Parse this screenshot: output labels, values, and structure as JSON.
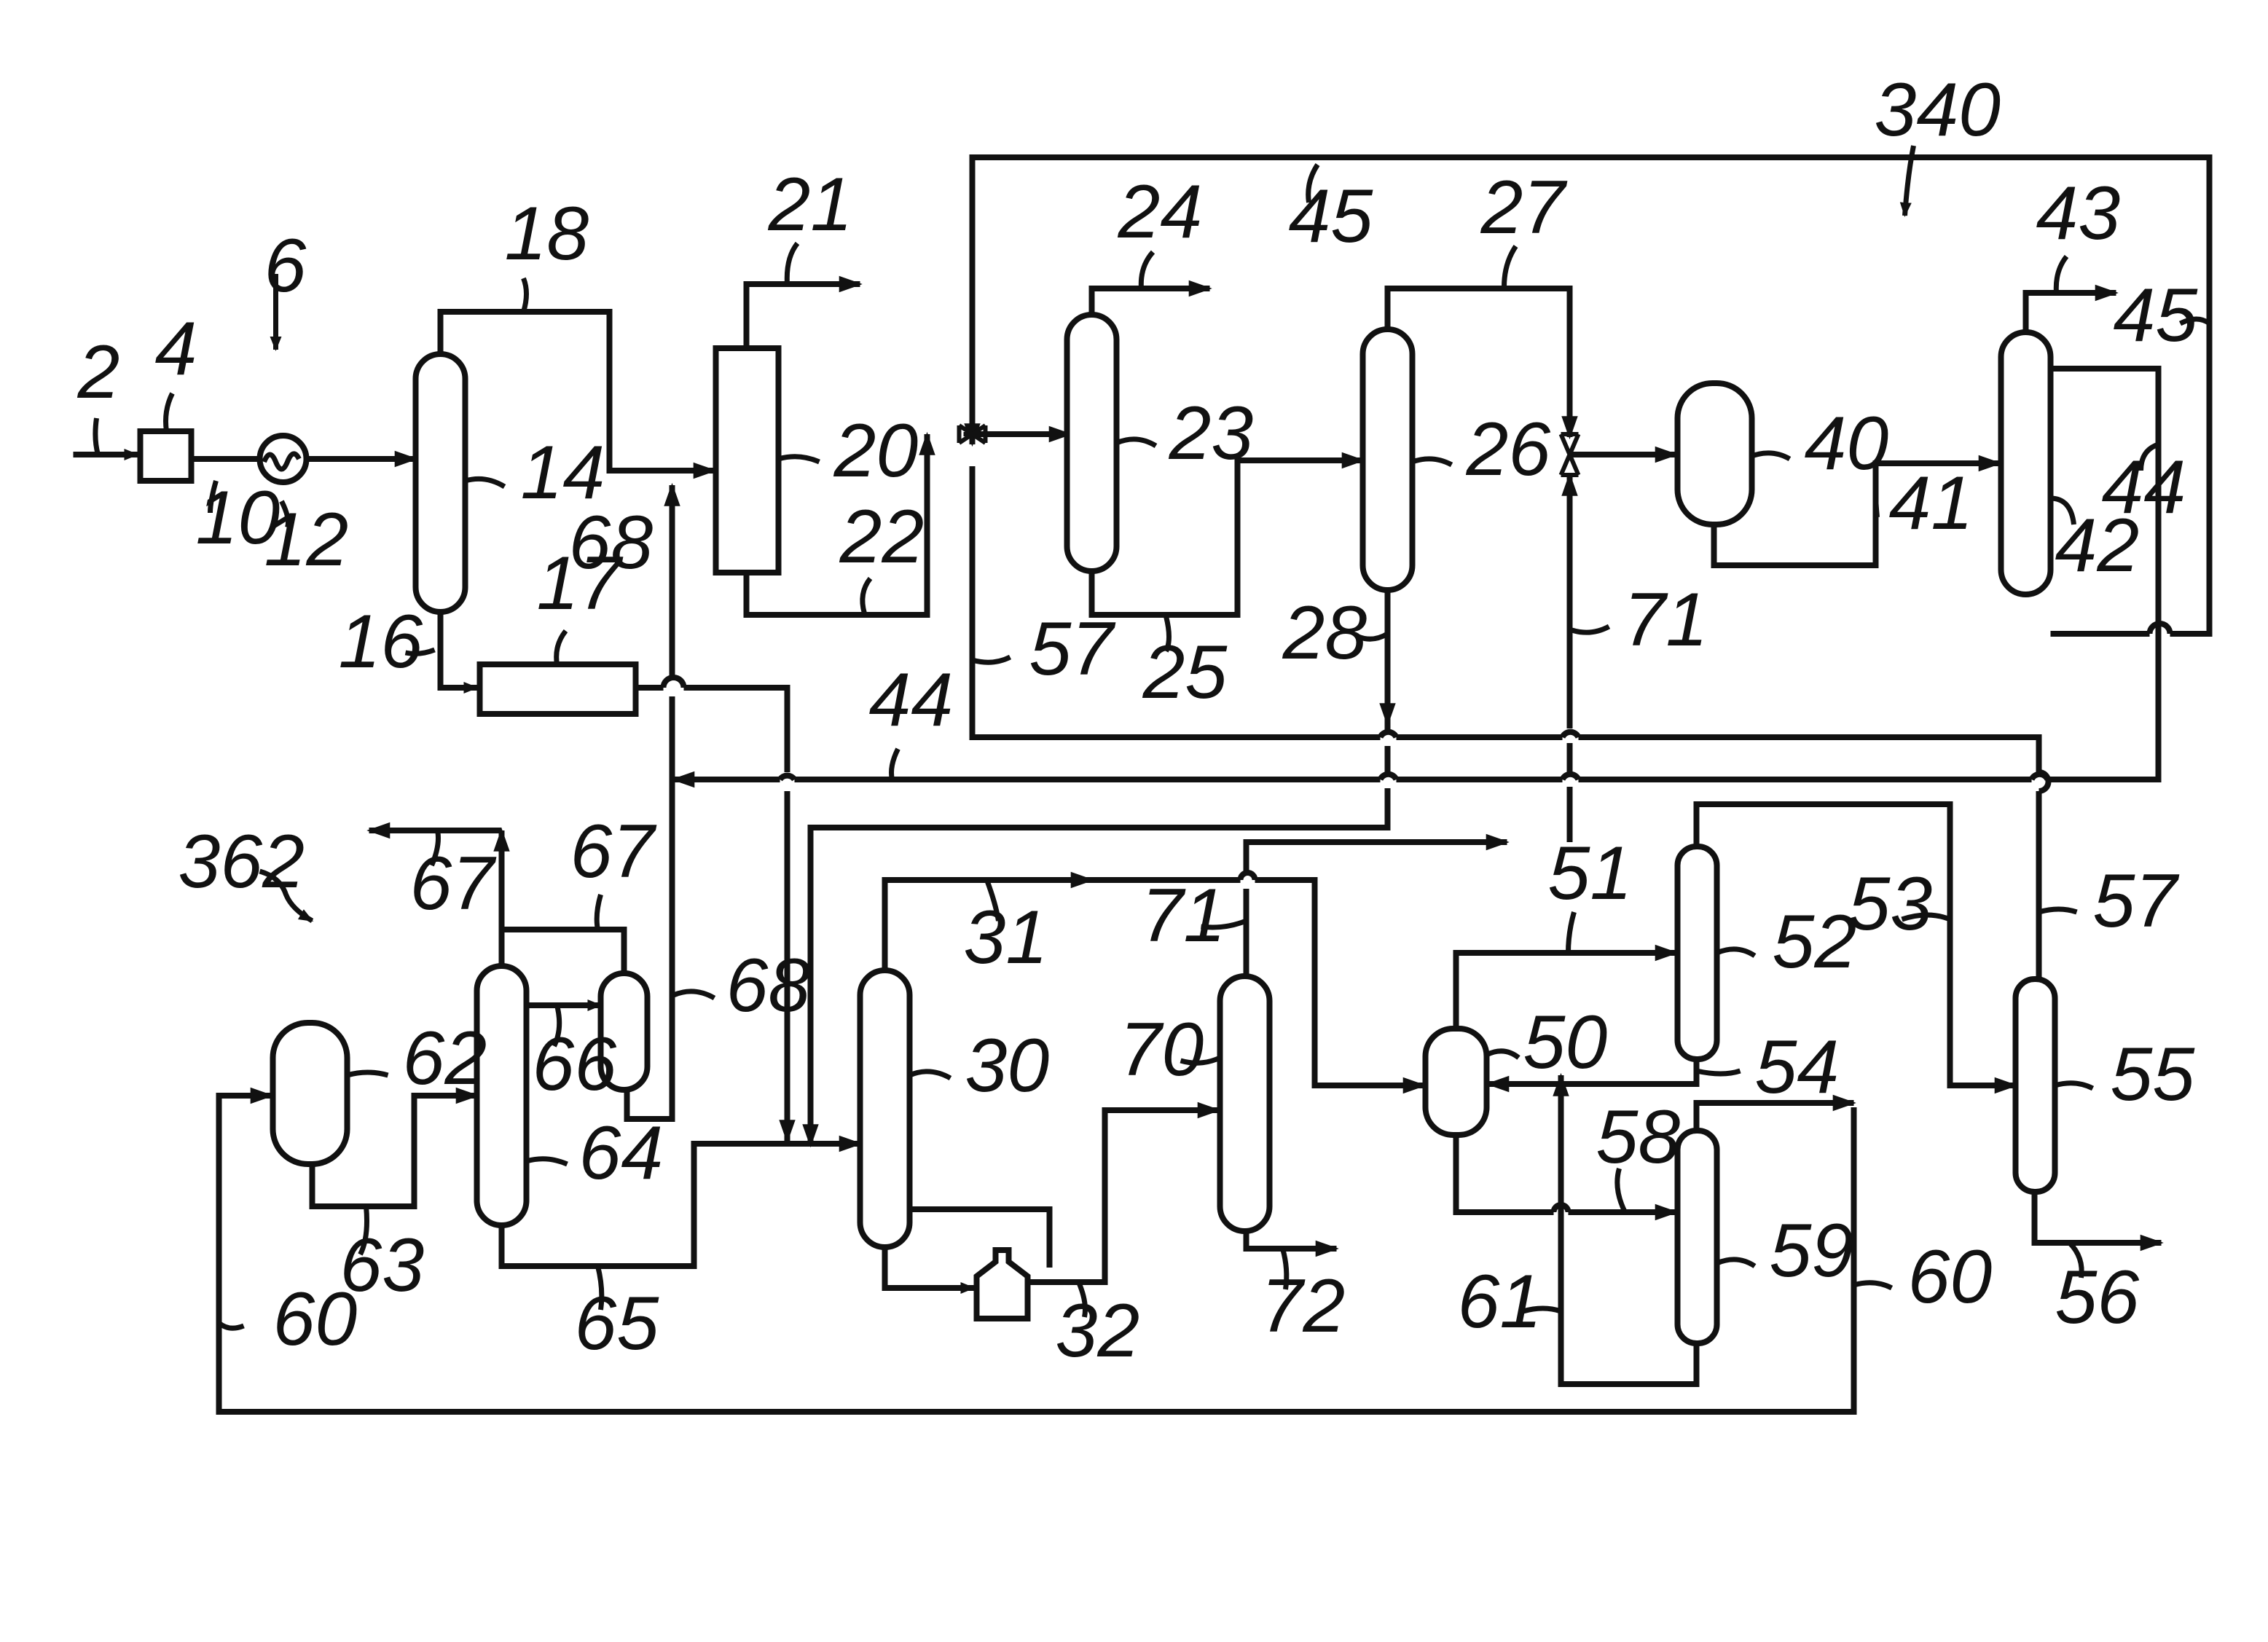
{
  "diagram": {
    "system_labels": {
      "s6": "6",
      "s340": "340",
      "s362": "362"
    },
    "labels": {
      "n2": "2",
      "n4": "4",
      "n10": "10",
      "n12": "12",
      "n14": "14",
      "n16": "16",
      "n17": "17",
      "n18": "18",
      "n20": "20",
      "n21": "21",
      "n22": "22",
      "n23": "23",
      "n24": "24",
      "n25": "25",
      "n26": "26",
      "n27": "27",
      "n28": "28",
      "n40": "40",
      "n41": "41",
      "n42": "42",
      "n43": "43",
      "n44a": "44",
      "n44b": "44",
      "n45a": "45",
      "n45b": "45",
      "n57a": "57",
      "n71a": "71",
      "n67a": "67",
      "n67b": "67",
      "n68a": "68",
      "n68b": "68",
      "n62": "62",
      "n63": "63",
      "n64": "64",
      "n65": "65",
      "n66": "66",
      "n60a": "60",
      "n60b": "60",
      "n30": "30",
      "n31": "31",
      "n32": "32",
      "n70": "70",
      "n71b": "71",
      "n72": "72",
      "n50": "50",
      "n51": "51",
      "n52": "52",
      "n53": "53",
      "n54": "54",
      "n55": "55",
      "n56": "56",
      "n57b": "57",
      "n58": "58",
      "n59": "59",
      "n61": "61"
    }
  }
}
